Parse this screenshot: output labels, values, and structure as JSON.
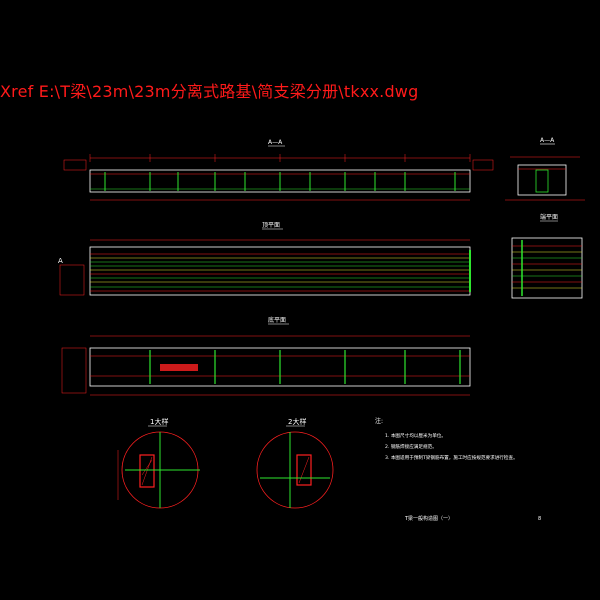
{
  "xref": {
    "prefix": "Xref",
    "path": "E:\\T梁\\23m\\23m分离式路基\\简支梁分册\\tkxx.dwg"
  },
  "views": {
    "elevation_title": "A—A",
    "end_section_title": "A—A",
    "plan_top_title": "顶平面",
    "plan_bottom_title": "底平面",
    "end_plan_title": "端平面",
    "detail_1_title": "1大样",
    "detail_2_title": "2大样",
    "section_mark": "A"
  },
  "notes": {
    "heading": "注:",
    "items": [
      "1. 本图尺寸均以厘米为单位。",
      "2. 钢筋焊接应满足规范。",
      "3. 本图适用于预制T梁钢筋布置，施工时应按规范要求进行检查。"
    ]
  },
  "title_block": {
    "drawing_title": "T梁一般构造图（一）",
    "sheet_no": "8"
  },
  "colors": {
    "background": "#000000",
    "outline": "#ffffff",
    "dimension": "#ff2020",
    "rebar_green": "#2ee62e",
    "rebar_yellow": "#e6e62e",
    "hatch": "#ff2020",
    "accent": "#00e5e5"
  }
}
